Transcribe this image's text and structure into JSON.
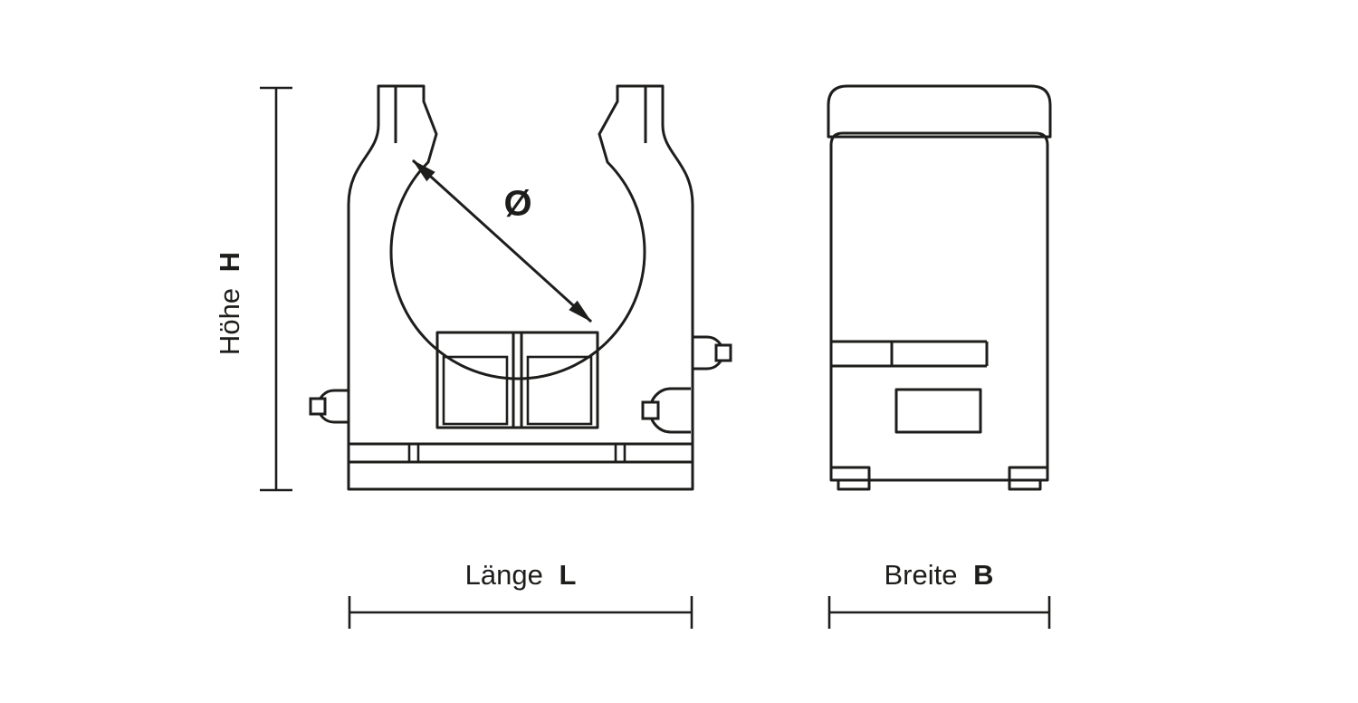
{
  "colors": {
    "line": "#1d1d1b",
    "background": "#ffffff"
  },
  "dimensions": {
    "diameter": {
      "symbol": "Ø"
    },
    "height": {
      "label": "Höhe",
      "symbol": "H"
    },
    "length": {
      "label": "Länge",
      "symbol": "L"
    },
    "width": {
      "label": "Breite",
      "symbol": "B"
    }
  }
}
